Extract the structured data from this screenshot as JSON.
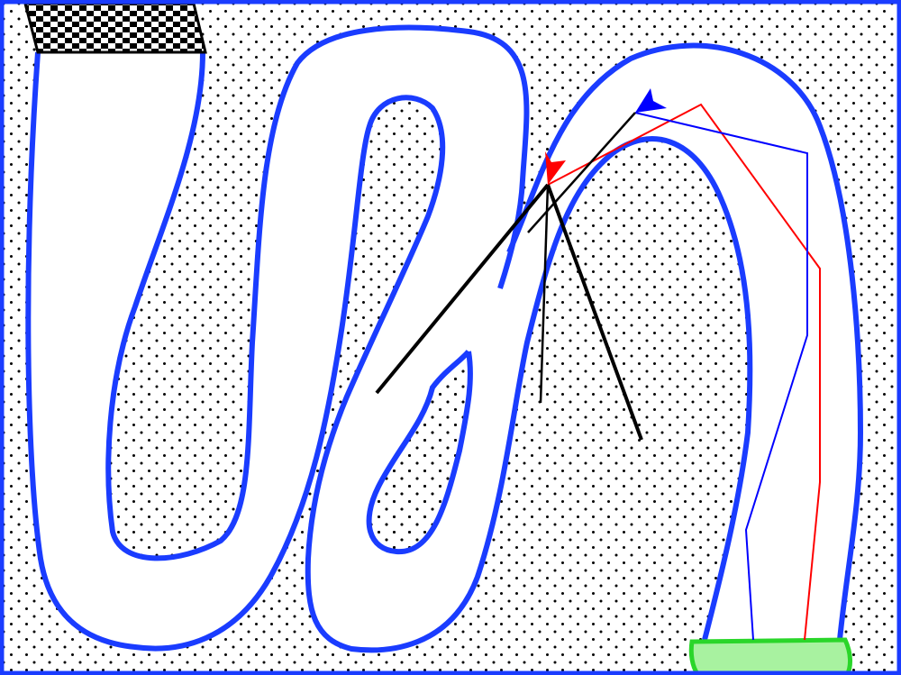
{
  "game": {
    "type": "racetrack",
    "colors": {
      "border": "#1a3cff",
      "track_edge": "#1a3cff",
      "background": "#ffffff",
      "dots": "#000000",
      "finish_fill": "#a8f2a0",
      "finish_edge": "#2ad62a",
      "start_flag": "checkered",
      "player_red": "#ff0000",
      "player_blue": "#0000ff",
      "candidate_moves": "#000000"
    },
    "players": [
      {
        "name": "red",
        "color": "#ff0000",
        "marker": "arrowhead-icon"
      },
      {
        "name": "blue",
        "color": "#0000ff",
        "marker": "arrowhead-icon"
      }
    ],
    "candidate_move_count": 3
  }
}
